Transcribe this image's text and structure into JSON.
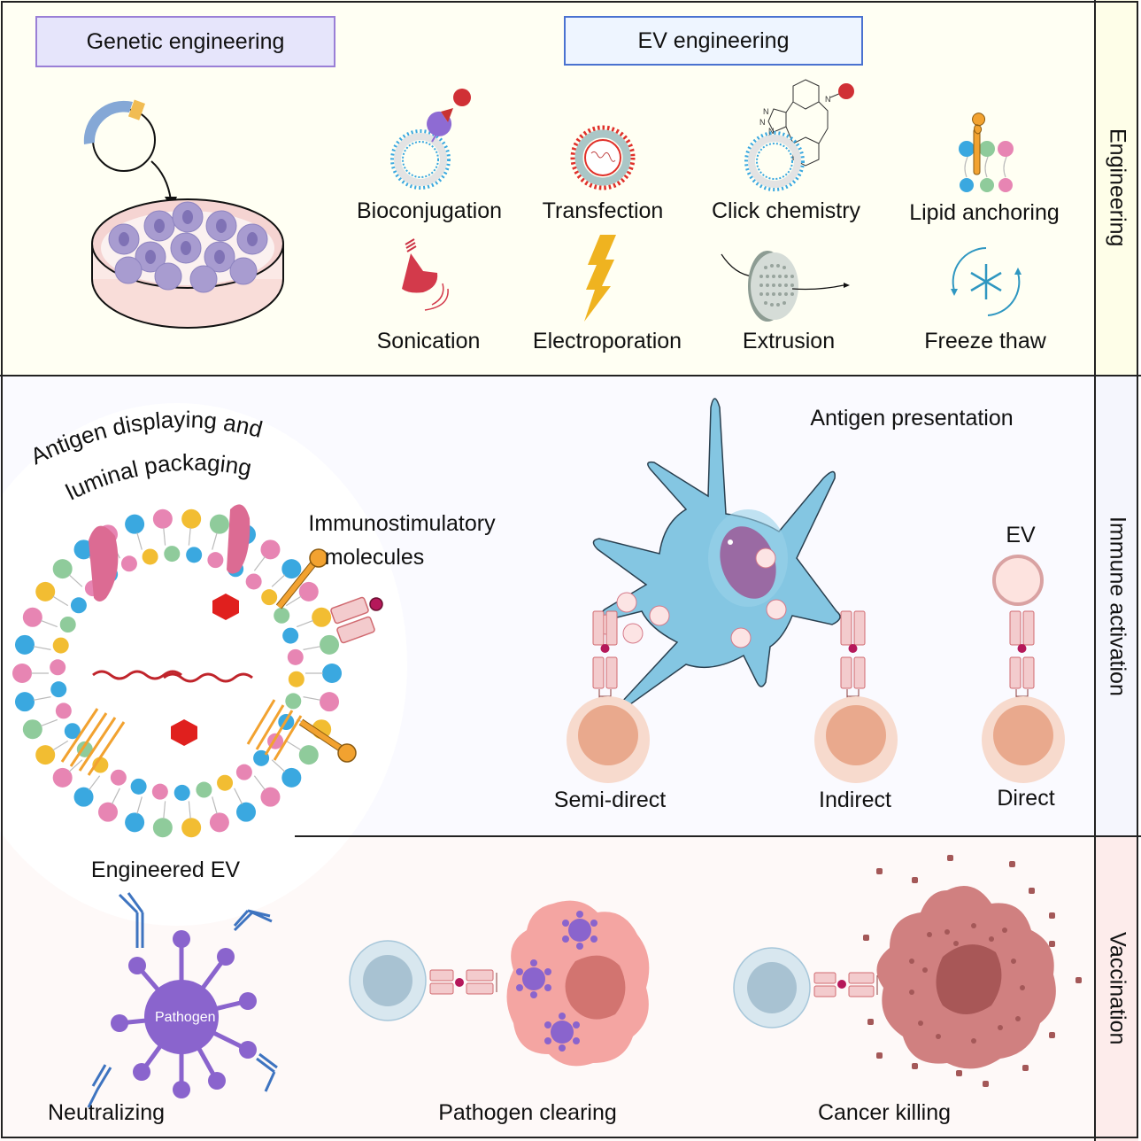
{
  "sections": {
    "engineering": {
      "side_label": "Engineering",
      "genetic_box": "Genetic engineering",
      "ev_box": "EV engineering",
      "methods": [
        {
          "label": "Bioconjugation",
          "icon": "bioconjugation-vesicle-icon"
        },
        {
          "label": "Transfection",
          "icon": "transfection-vesicle-icon"
        },
        {
          "label": "Click chemistry",
          "icon": "click-chemistry-icon"
        },
        {
          "label": "Lipid anchoring",
          "icon": "lipid-anchor-icon"
        },
        {
          "label": "Sonication",
          "icon": "sonicator-icon"
        },
        {
          "label": "Electroporation",
          "icon": "lightning-bolt-icon"
        },
        {
          "label": "Extrusion",
          "icon": "extrusion-membrane-icon"
        },
        {
          "label": "Freeze thaw",
          "icon": "snowflake-cycle-icon"
        }
      ],
      "chem_atoms": [
        "N",
        "N",
        "N",
        "N"
      ]
    },
    "immune": {
      "side_label": "Immune activation",
      "antigen_label": "Antigen displaying and luminal packaging",
      "immuno_label_1": "Immunostimulatory",
      "immuno_label_2": "molecules",
      "ev_caption": "Engineered EV",
      "presentation_title": "Antigen presentation",
      "ev_label": "EV",
      "routes": [
        "Semi-direct",
        "Indirect",
        "Direct"
      ]
    },
    "vaccination": {
      "side_label": "Vaccination",
      "pathogen_text": "Pathogen",
      "outcomes": [
        "Neutralizing",
        "Pathogen clearing",
        "Cancer killing"
      ]
    }
  },
  "colors": {
    "engineering_bg": "#fffff3",
    "engineering_side": "#fefee8",
    "immune_bg": "#fafaff",
    "immune_side": "#f5f6fd",
    "vacc_bg": "#fef9f8",
    "vacc_side": "#fdeceb",
    "genetic_box_fill": "#e6e5fb",
    "genetic_box_border": "#9a7fd6",
    "ev_box_fill": "#eef5ff",
    "ev_box_border": "#4a72d0"
  }
}
